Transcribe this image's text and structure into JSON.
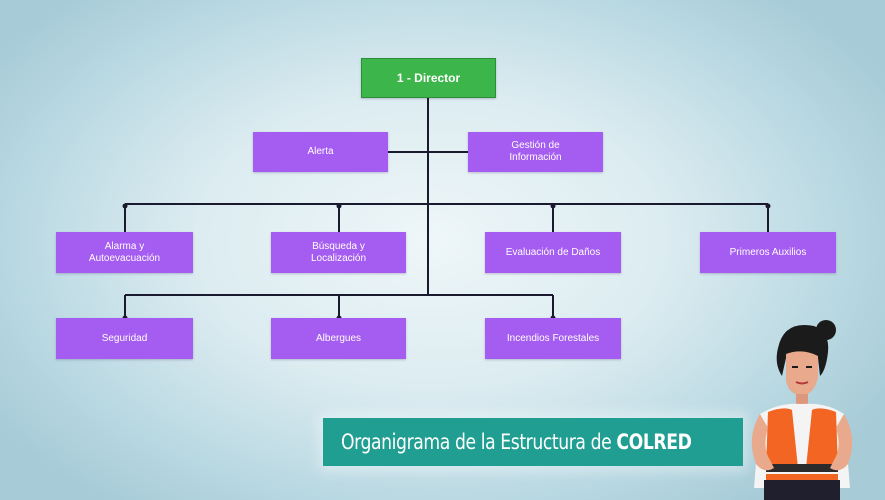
{
  "diagram": {
    "root": "1 - Director",
    "level1": [
      "Alerta",
      "Gestión de\nInformación"
    ],
    "level2": [
      "Alarma y\nAutoevacuación",
      "Búsqueda y\nLocalización",
      "Evaluación de Daños",
      "Primeros Auxilios"
    ],
    "level3": [
      "Seguridad",
      "Albergues",
      "Incendios Forestales"
    ]
  },
  "banner": {
    "title_part": "Organigrama de la Estructura  de ",
    "title_strong": "COLRED"
  },
  "colors": {
    "root_box": "#3cb54a",
    "node_box": "#a55cf0",
    "connector": "#1a1a2e",
    "banner": "#1f9e91",
    "vest": "#f26522"
  },
  "character": "woman-in-orange-vest-illustration"
}
